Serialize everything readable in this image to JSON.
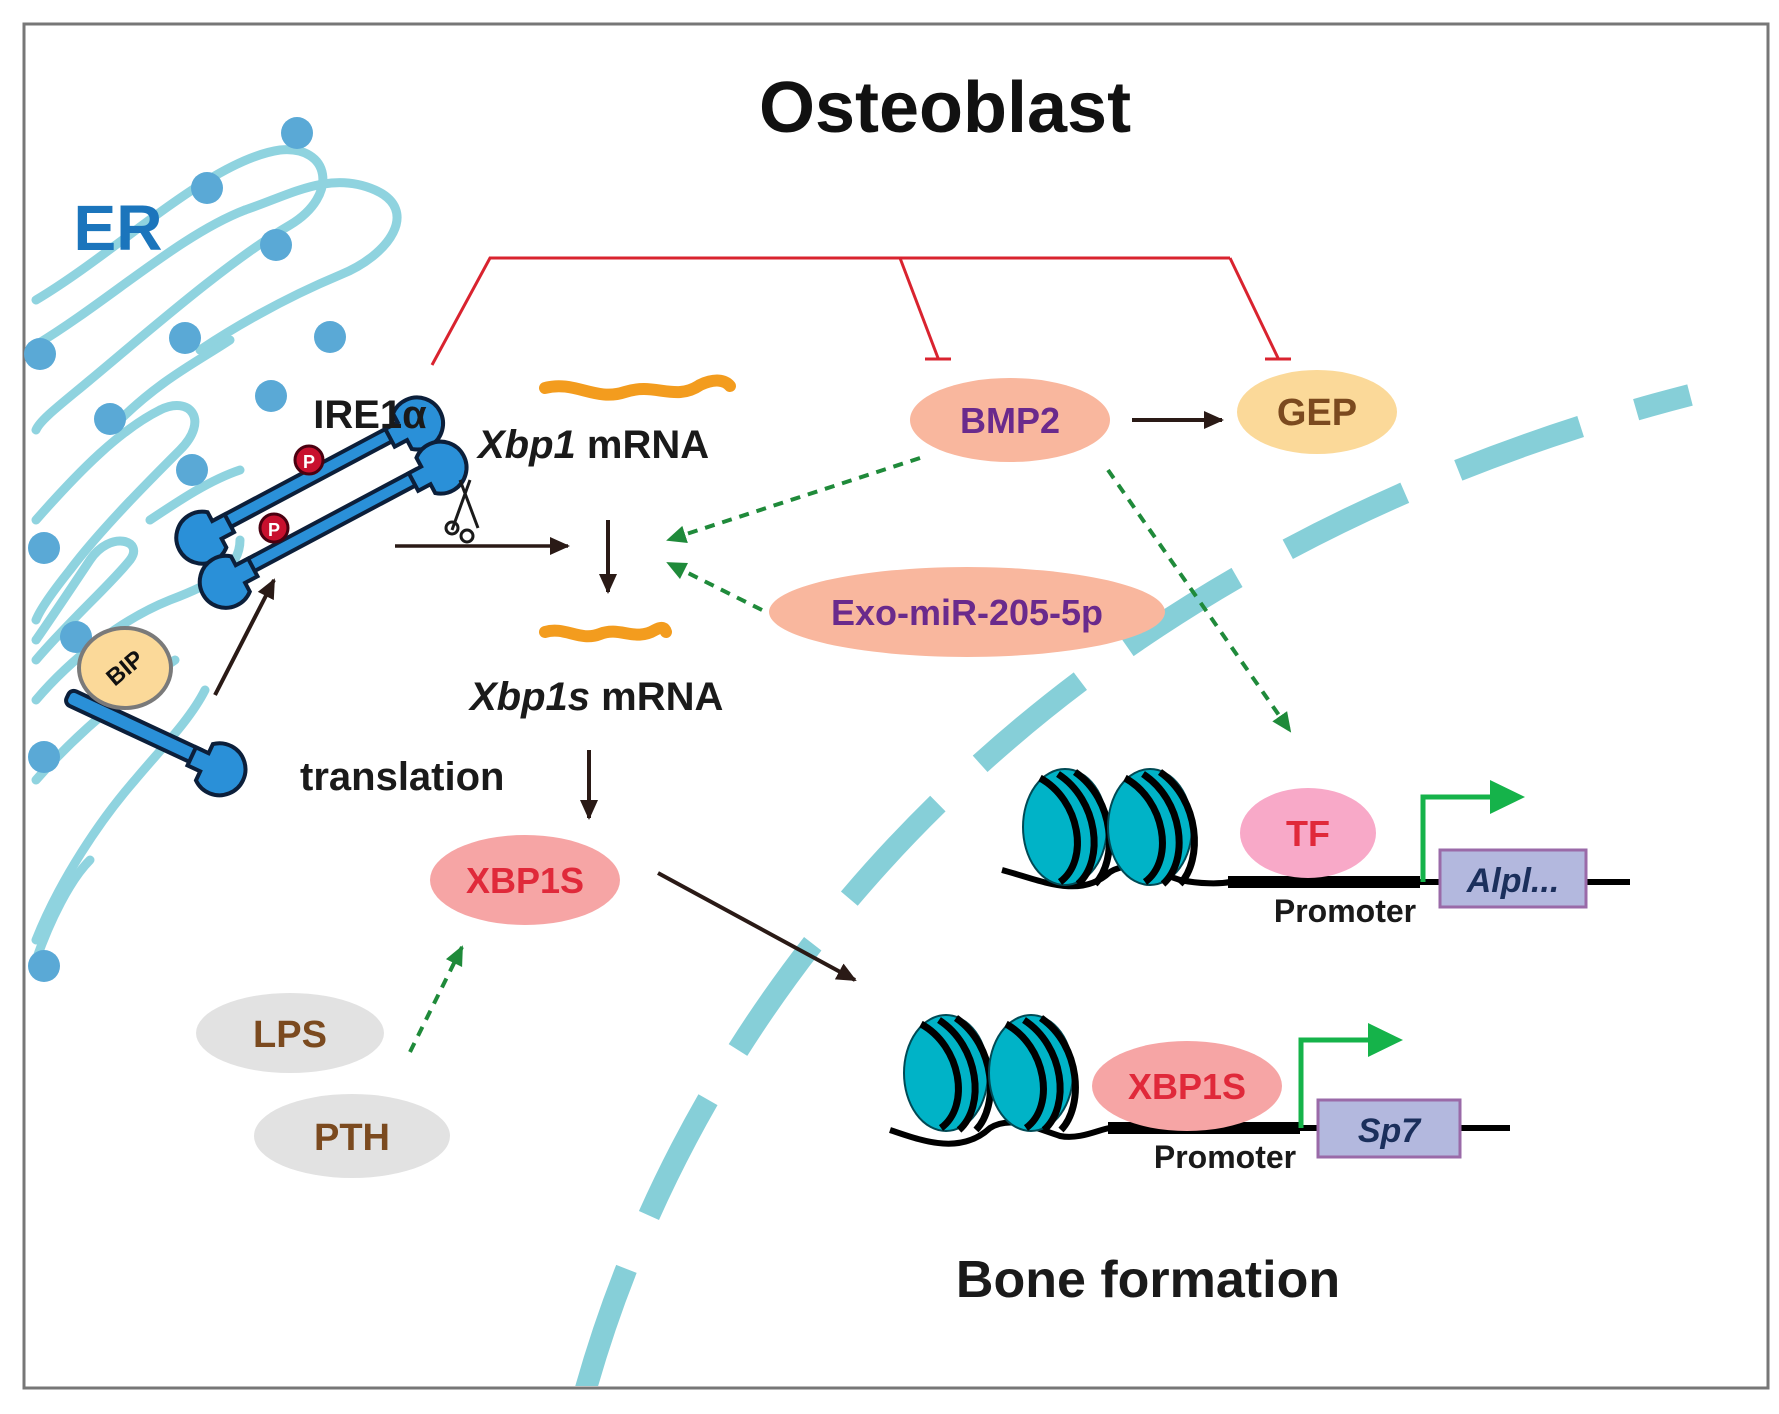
{
  "title": "Osteoblast",
  "organelle": "ER",
  "receptor": "IRE1α",
  "chaperone": "BIP",
  "phospho_mark": "P",
  "mrna_unspliced": {
    "gene": "Xbp1",
    "suffix": " mRNA"
  },
  "mrna_spliced": {
    "gene": "Xbp1s",
    "suffix": " mRNA"
  },
  "translation_label": "translation",
  "protein_xbp1s": "XBP1S",
  "bmp2": "BMP2",
  "gep": "GEP",
  "exo_mir": "Exo-miR-205-5p",
  "inducer_lps": "LPS",
  "inducer_pth": "PTH",
  "tf_label": "TF",
  "promoter_label": "Promoter",
  "gene_alpl": "Alpl...",
  "gene_sp7": "Sp7",
  "outcome": "Bone formation",
  "colors": {
    "er_membrane": "#8fd3df",
    "ribosome": "#5aa9d6",
    "nucleus_membrane": "#86cfd8",
    "inhibition": "#d9232f",
    "activation_dashed": "#1f8a3a",
    "arrow": "#2a1a16",
    "mrna": "#f39c1e",
    "bmp2_fill": "#f9b79e",
    "gep_fill": "#fbd999",
    "xbp1s_fill": "#f6a5a5",
    "tf_fill": "#f8a9c8",
    "inducer_fill": "#e2e2e2",
    "nucleosome": "#00b3c7",
    "gene_box": "#b3b8de",
    "tss_arrow": "#15b34a"
  }
}
